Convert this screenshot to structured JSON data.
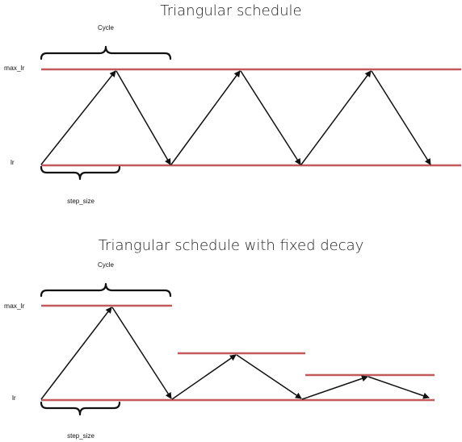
{
  "colors": {
    "limit_line": "#c4595b",
    "arrow": "#111111",
    "text": "#111111"
  },
  "top_panel": {
    "title": "Triangular schedule",
    "cycle_label": "Cycle",
    "max_label": "max_lr",
    "base_label": "lr",
    "step_label": "step_size"
  },
  "bottom_panel": {
    "title": "Triangular schedule with fixed decay",
    "cycle_label": "Cycle",
    "max_label": "max_lr",
    "base_label": "lr",
    "step_label": "step_size"
  }
}
